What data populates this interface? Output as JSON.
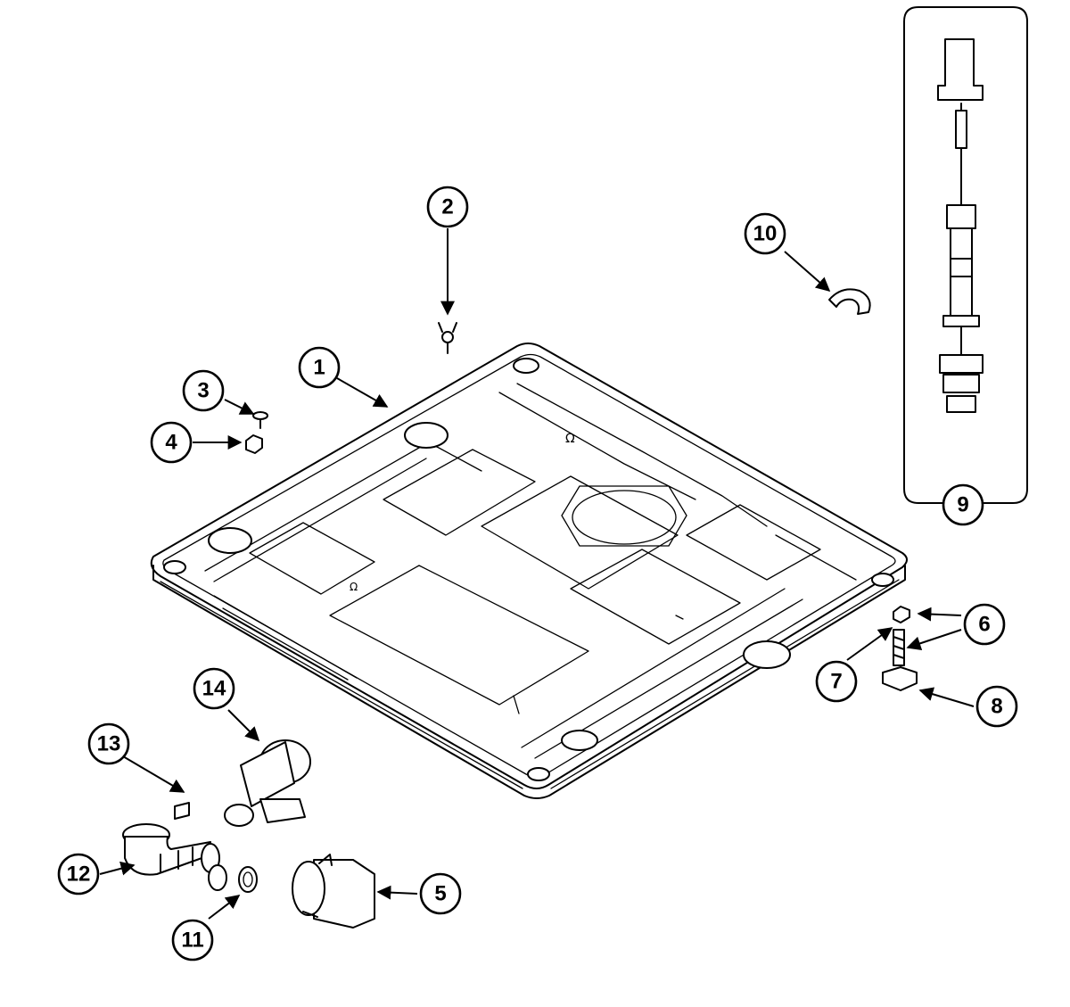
{
  "callouts": {
    "c1": "1",
    "c2": "2",
    "c3": "3",
    "c4": "4",
    "c5": "5",
    "c6": "6",
    "c7": "7",
    "c8": "8",
    "c9": "9",
    "c10": "10",
    "c11": "11",
    "c12": "12",
    "c13": "13",
    "c14": "14"
  },
  "icons": {
    "base": "base-panel-icon",
    "clip": "wire-clip-icon",
    "screw": "screw-icon",
    "nut": "nut-icon",
    "pump": "pump-icon",
    "leveling_leg": "leveling-leg-icon",
    "suspension_rod": "suspension-rod-icon",
    "c_ring": "retaining-ring-icon",
    "hose_clamp": "hose-clamp-icon",
    "elbow": "hose-elbow-icon",
    "valve": "valve-icon"
  },
  "colors": {
    "line": "#000000",
    "background": "#ffffff"
  }
}
